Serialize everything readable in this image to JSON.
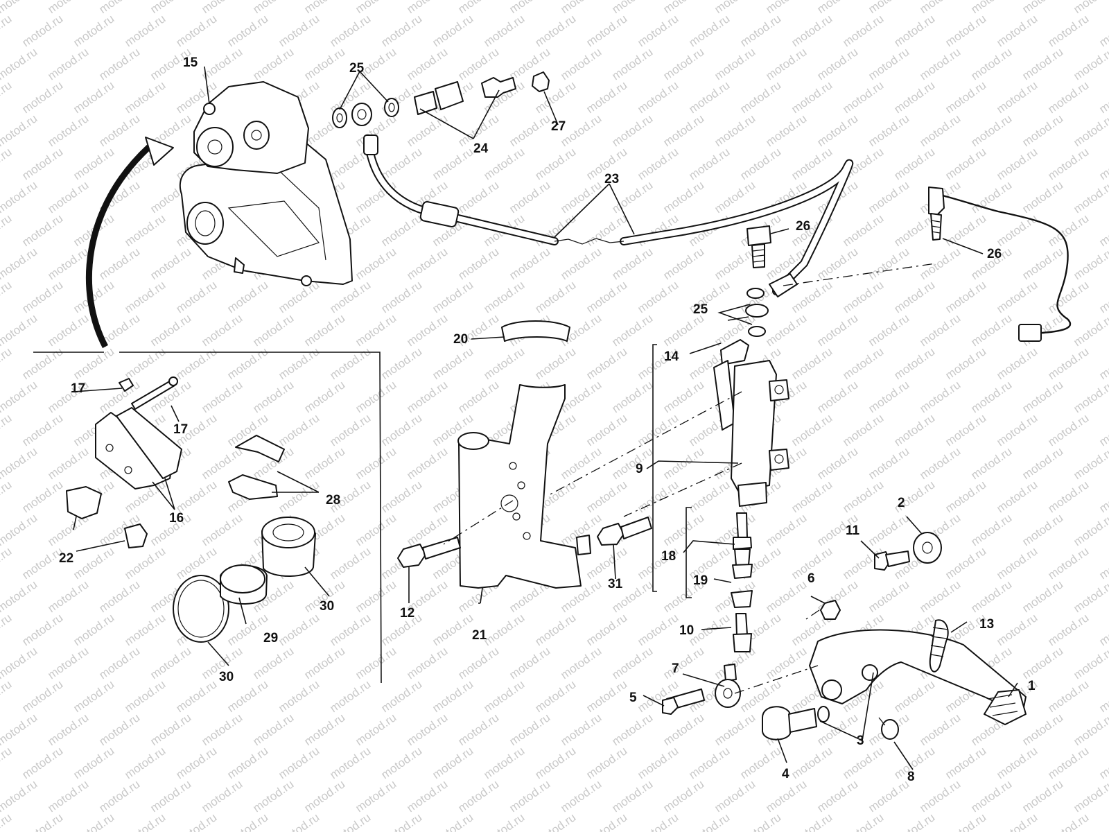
{
  "watermark": "motod.ru",
  "callouts": {
    "c1": "1",
    "c2": "2",
    "c3": "3",
    "c4": "4",
    "c5": "5",
    "c6": "6",
    "c7": "7",
    "c8": "8",
    "c9": "9",
    "c10": "10",
    "c11": "11",
    "c12": "12",
    "c13": "13",
    "c14": "14",
    "c15": "15",
    "c16": "16",
    "c17a": "17",
    "c17b": "17",
    "c18": "18",
    "c19": "19",
    "c20": "20",
    "c21": "21",
    "c22": "22",
    "c23": "23",
    "c24": "24",
    "c25a": "25",
    "c25b": "25",
    "c26a": "26",
    "c26b": "26",
    "c27": "27",
    "c28": "28",
    "c29": "29",
    "c30a": "30",
    "c30b": "30",
    "c31": "31"
  },
  "colors": {
    "line": "#111111",
    "background": "#ffffff",
    "watermark": "#c9c9c9"
  }
}
